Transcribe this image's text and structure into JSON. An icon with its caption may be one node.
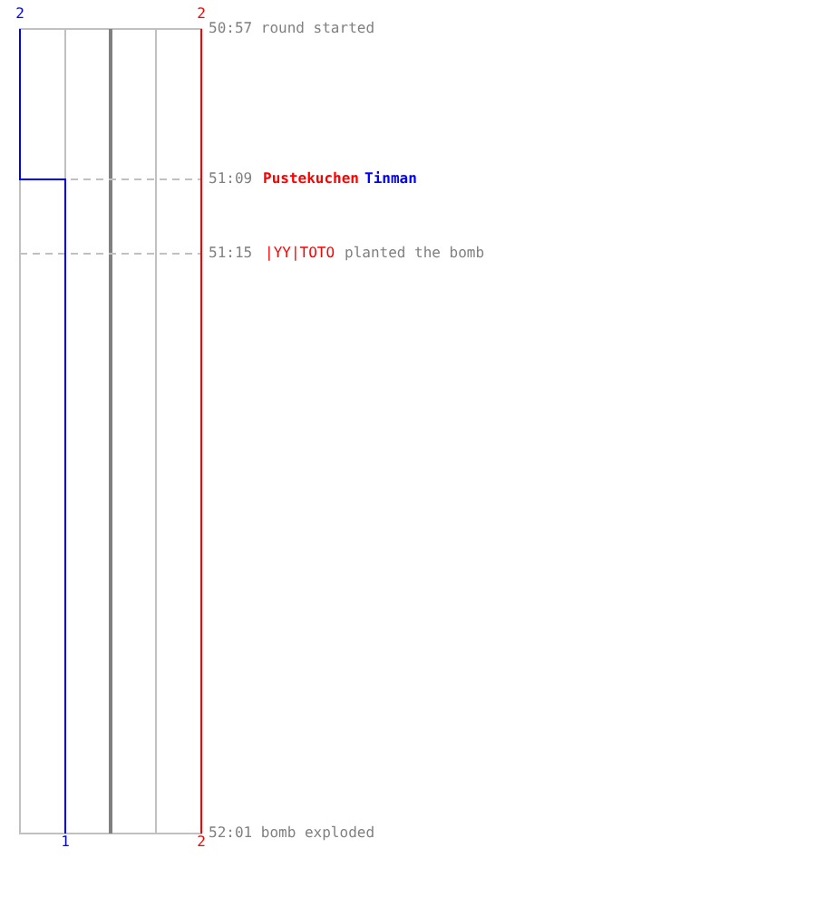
{
  "diagram": {
    "labels": [
      "2",
      "2",
      "50:57 round started",
      "51:09",
      "Pustekuchen",
      "Tinman",
      "51:15",
      "|YY|TOTO",
      "planted the bomb",
      "52:01 bomb exploded",
      "1",
      "2"
    ]
  }
}
